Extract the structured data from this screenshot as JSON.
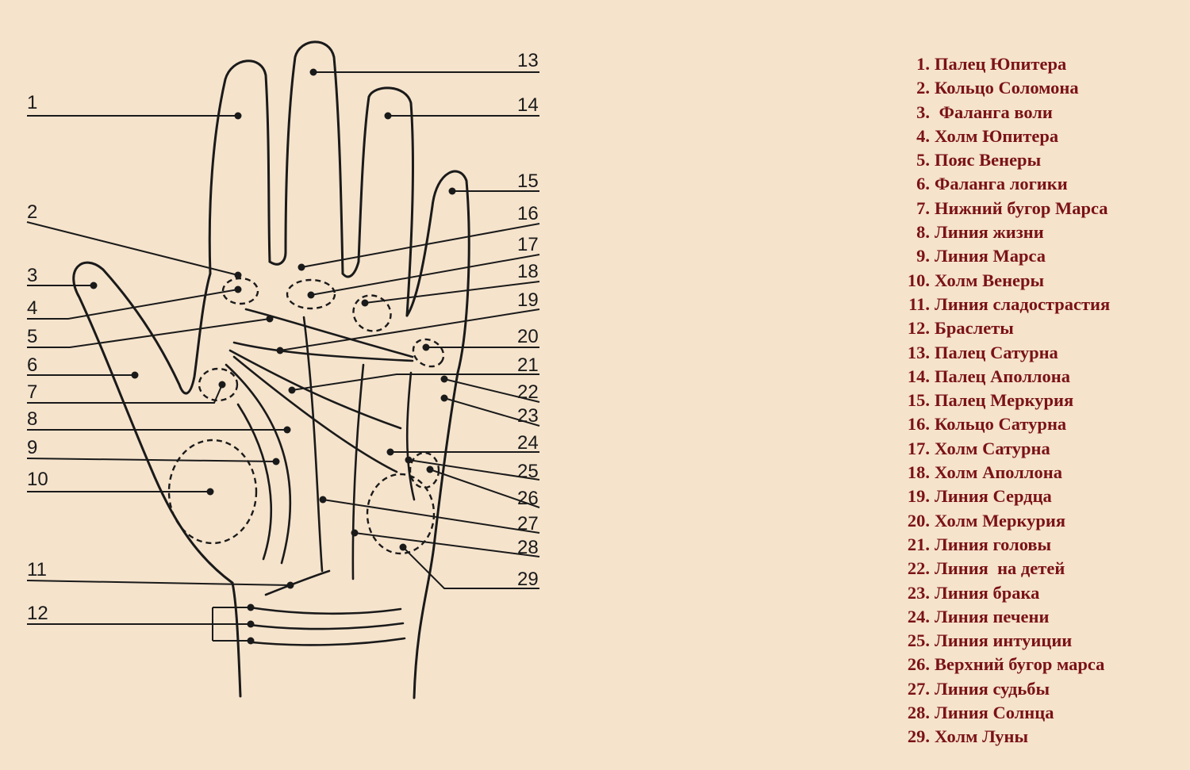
{
  "diagram": {
    "callouts": [
      {
        "num": "1"
      },
      {
        "num": "2"
      },
      {
        "num": "3"
      },
      {
        "num": "4"
      },
      {
        "num": "5"
      },
      {
        "num": "6"
      },
      {
        "num": "7"
      },
      {
        "num": "8"
      },
      {
        "num": "9"
      },
      {
        "num": "10"
      },
      {
        "num": "11"
      },
      {
        "num": "12"
      },
      {
        "num": "13"
      },
      {
        "num": "14"
      },
      {
        "num": "15"
      },
      {
        "num": "16"
      },
      {
        "num": "17"
      },
      {
        "num": "18"
      },
      {
        "num": "19"
      },
      {
        "num": "20"
      },
      {
        "num": "21"
      },
      {
        "num": "22"
      },
      {
        "num": "23"
      },
      {
        "num": "24"
      },
      {
        "num": "25"
      },
      {
        "num": "26"
      },
      {
        "num": "27"
      },
      {
        "num": "28"
      },
      {
        "num": "29"
      }
    ]
  },
  "legend": {
    "color": "#7a1216",
    "items": [
      {
        "num": "1.",
        "label": "Палец Юпитера"
      },
      {
        "num": "2.",
        "label": "Кольцо Соломона"
      },
      {
        "num": "3.",
        "label": " Фаланга воли"
      },
      {
        "num": "4.",
        "label": "Холм Юпитера"
      },
      {
        "num": "5.",
        "label": "Пояс Венеры"
      },
      {
        "num": "6.",
        "label": "Фаланга логики"
      },
      {
        "num": "7.",
        "label": "Нижний бугор Марса"
      },
      {
        "num": "8.",
        "label": "Линия жизни"
      },
      {
        "num": "9.",
        "label": "Линия Марса"
      },
      {
        "num": "10.",
        "label": "Холм Венеры"
      },
      {
        "num": "11.",
        "label": "Линия сладострастия"
      },
      {
        "num": "12.",
        "label": "Браслеты"
      },
      {
        "num": "13.",
        "label": "Палец Сатурна"
      },
      {
        "num": "14.",
        "label": "Палец Аполлона"
      },
      {
        "num": "15.",
        "label": "Палец Меркурия"
      },
      {
        "num": "16.",
        "label": "Кольцо Сатурна"
      },
      {
        "num": "17.",
        "label": "Холм Сатурна"
      },
      {
        "num": "18.",
        "label": "Холм Аполлона"
      },
      {
        "num": "19.",
        "label": "Линия Сердца"
      },
      {
        "num": "20.",
        "label": "Холм Меркурия"
      },
      {
        "num": "21.",
        "label": "Линия головы"
      },
      {
        "num": "22.",
        "label": "Линия  на детей"
      },
      {
        "num": "23.",
        "label": "Линия брака"
      },
      {
        "num": "24.",
        "label": "Линия печени"
      },
      {
        "num": "25.",
        "label": "Линия интуиции"
      },
      {
        "num": "26.",
        "label": "Верхний бугор марса"
      },
      {
        "num": "27.",
        "label": "Линия судьбы"
      },
      {
        "num": "28.",
        "label": "Линия Солнца"
      },
      {
        "num": "29.",
        "label": "Холм Луны"
      }
    ]
  }
}
